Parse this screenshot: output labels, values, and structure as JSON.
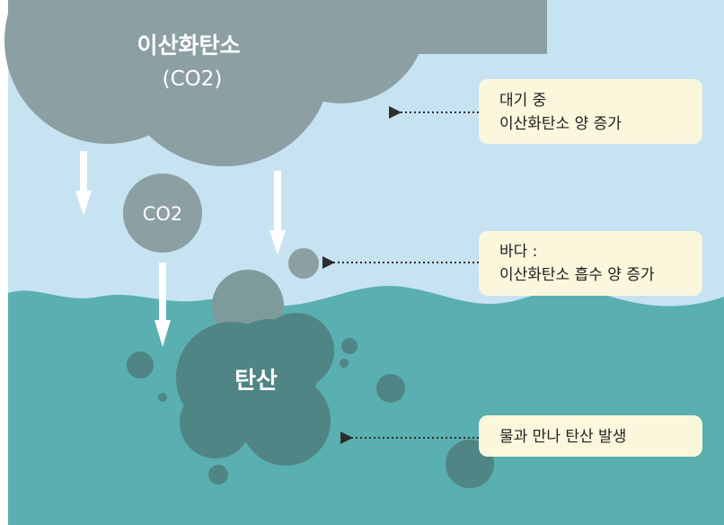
{
  "cloud": {
    "title": "이산화탄소",
    "formula": "(CO2)"
  },
  "bubble_label": "CO2",
  "blob_label": "탄산",
  "callouts": [
    {
      "line1": "대기 중",
      "line2": "이산화탄소 양 증가"
    },
    {
      "line1": "바다 :",
      "line2": "이산화탄소 흡수 양 증가"
    },
    {
      "line1": "물과 만나 탄산 발생"
    }
  ],
  "colors": {
    "sky": "#c7e3f2",
    "sea": "#5aafb0",
    "cloud": "#8c9fa3",
    "blob": "#4f8585",
    "callout": "#fbf7dc",
    "arrow": "#ffffff"
  }
}
